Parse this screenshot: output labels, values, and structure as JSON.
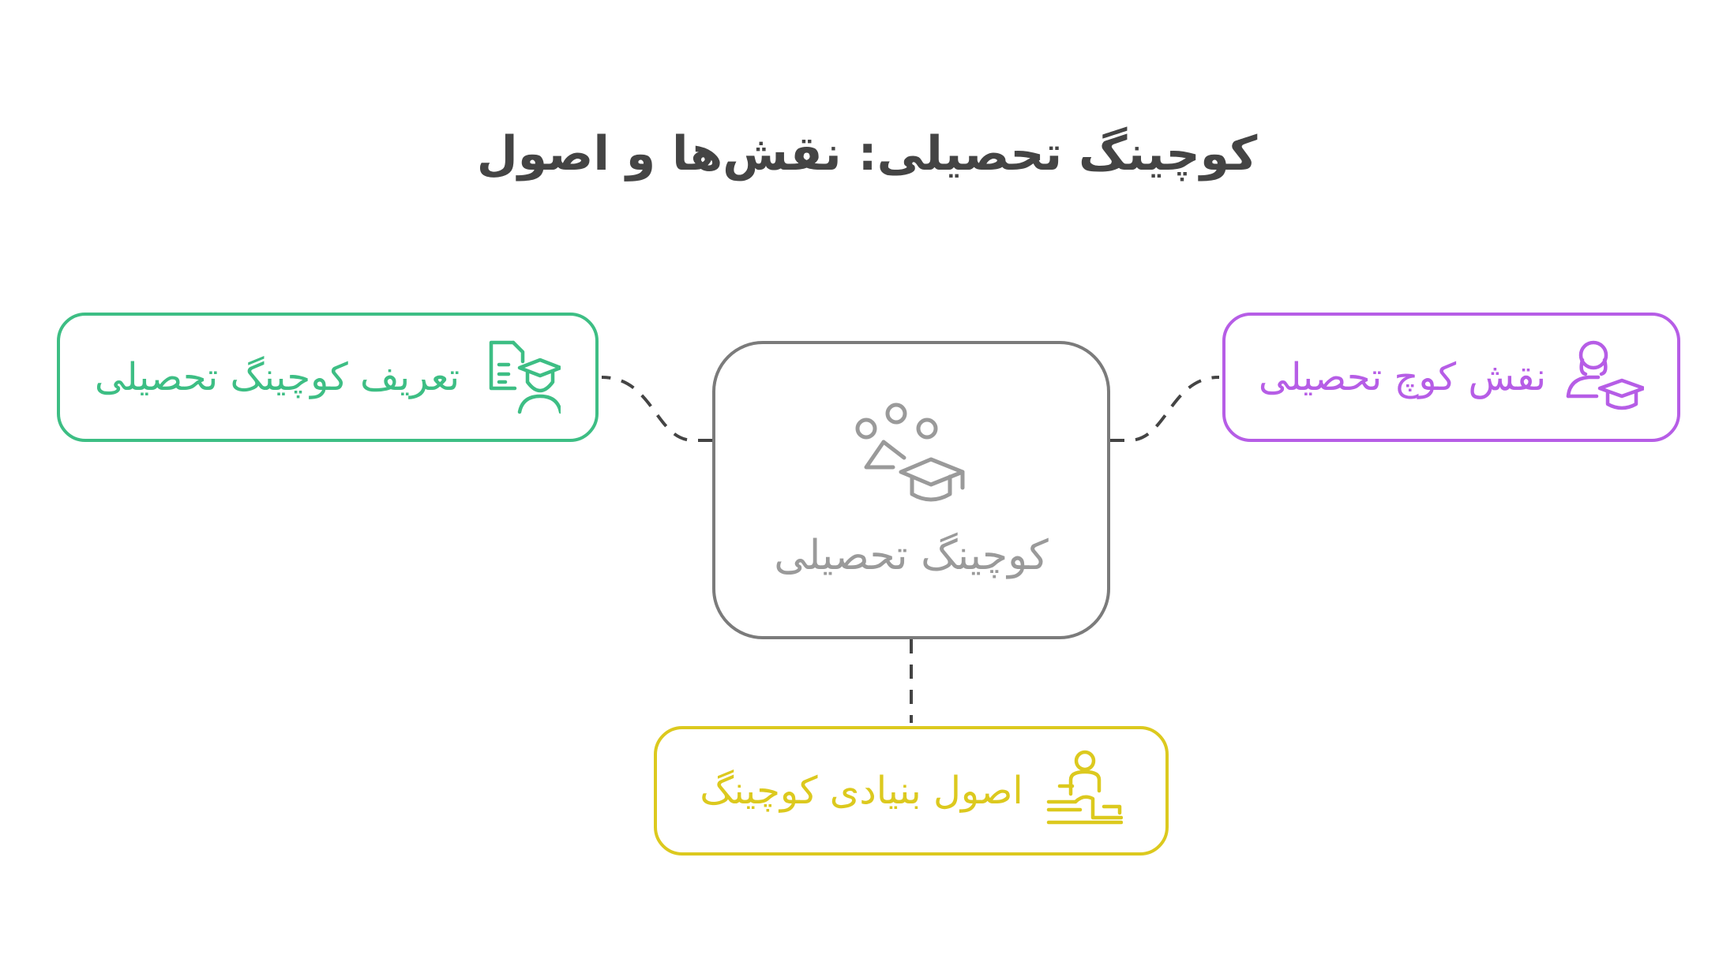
{
  "title": "کوچینگ تحصیلی: نقش‌ها و اصول",
  "center": {
    "label": "کوچینگ تحصیلی",
    "icon": "students-graduation-icon",
    "color": "#7b7b7b"
  },
  "nodes": [
    {
      "id": "definition",
      "label": "تعریف کوچینگ تحصیلی",
      "icon": "document-graduate-icon",
      "color": "#3dbe84"
    },
    {
      "id": "role",
      "label": "نقش کوچ تحصیلی",
      "icon": "teacher-graduation-icon",
      "color": "#b65de6"
    },
    {
      "id": "principles",
      "label": "اصول بنیادی کوچینگ",
      "icon": "coaching-person-icon",
      "color": "#dcc91e"
    }
  ],
  "connector_color": "#444444"
}
